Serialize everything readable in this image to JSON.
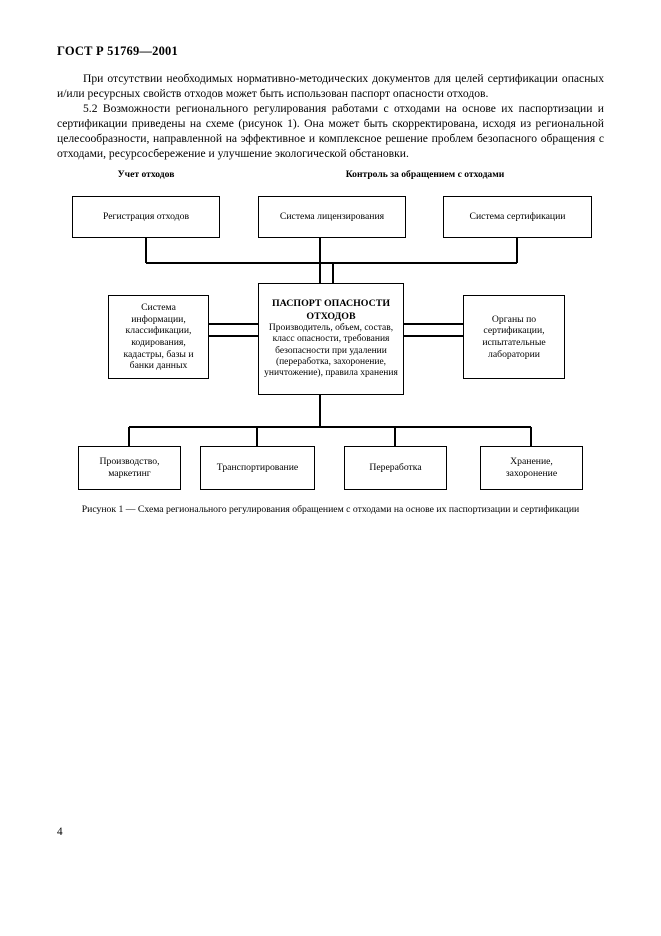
{
  "document": {
    "standard_header": "ГОСТ Р 51769—2001",
    "page_number": "4"
  },
  "body": {
    "paragraph_1": "При отсутствии необходимых нормативно-методических документов для целей сертификации опасных и/или ресурсных свойств отходов может быть использован паспорт опасности отходов.",
    "paragraph_2": "5.2 Возможности регионального регулирования работами с отходами на основе их паспортизации и сертификации приведены на схеме (рисунок 1). Она может быть скорректирована, исходя из региональной целесообразности, направленной на эффективное и комплексное решение проблем безопасного обращения с отходами, ресурсосбережение и улучшение экологической обстановки."
  },
  "figure": {
    "caption": "Рисунок 1 — Схема регионального регулирования обращением с отходами на основе их паспортизации и сертификации",
    "group_labels": [
      "Учет отходов",
      "Контроль за обращением с отходами"
    ],
    "top_row": [
      "Регистрация отходов",
      "Система лицензирования",
      "Система сертификации"
    ],
    "middle_left": "Система информации, классификации, кодирования, кадастры, базы и банки данных",
    "center": {
      "title_line_1": "ПАСПОРТ ОПАСНОСТИ",
      "title_line_2": "ОТХОДОВ",
      "description": "Производитель, объем, состав, класс опасности, требования безопасности при удалении (переработка, захоронение, уничтожение), правила хранения"
    },
    "middle_right": "Органы по сертификации, испытательные лаборатории",
    "bottom_row": [
      "Производство, маркетинг",
      "Транспортирование",
      "Переработка",
      "Хранение, захоронение"
    ]
  },
  "colors": {
    "ink": "#000000",
    "paper": "#ffffff"
  }
}
